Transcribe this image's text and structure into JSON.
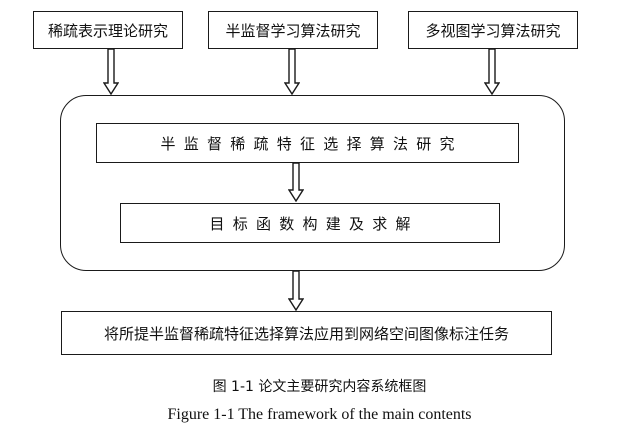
{
  "diagram": {
    "top_boxes": [
      "稀疏表示理论研究",
      "半监督学习算法研究",
      "多视图学习算法研究"
    ],
    "inner_boxes": [
      "半监督稀疏特征选择算法研究",
      "目标函数构建及求解"
    ],
    "bottom_box": "将所提半监督稀疏特征选择算法应用到网络空间图像标注任务"
  },
  "caption": {
    "chinese": "图 1-1 论文主要研究内容系统框图",
    "english": "Figure 1-1 The framework of the main contents"
  },
  "colors": {
    "stroke": "#1a1a1a",
    "background": "#ffffff"
  }
}
